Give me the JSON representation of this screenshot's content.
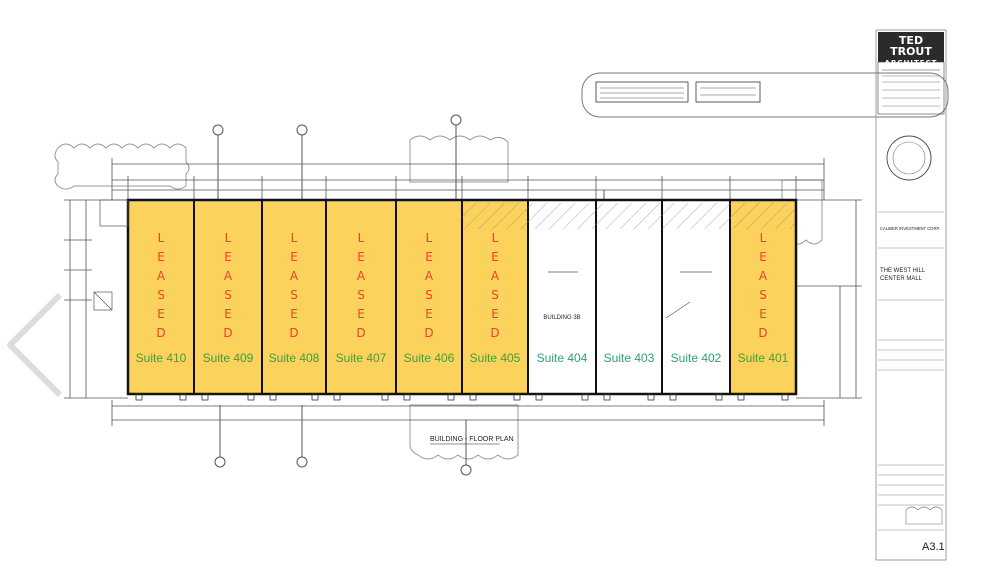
{
  "title_block": {
    "firm_line1": "TED TROUT",
    "firm_line2": "ARCHITECT",
    "project_name_line1": "THE WEST HILL",
    "project_name_line2": "CENTER MALL",
    "client": "CALIBER INVESTMENT CORP.",
    "sheet_number": "A3.1"
  },
  "building_label": "BUILDING - FLOOR PLAN",
  "building_center_label": "BUILDING 3B",
  "colors": {
    "leased_fill": "#fbd25c",
    "leased_text": "#e8452a",
    "suite_leased_text": "#3aa23a",
    "suite_available_text": "#27a377",
    "wall": "#111111",
    "dim_line": "#555555"
  },
  "suites": [
    {
      "label": "Suite 410",
      "status_text": "LEASED",
      "leased": true
    },
    {
      "label": "Suite 409",
      "status_text": "LEASED",
      "leased": true
    },
    {
      "label": "Suite 408",
      "status_text": "LEASED",
      "leased": true
    },
    {
      "label": "Suite 407",
      "status_text": "LEASED",
      "leased": true
    },
    {
      "label": "Suite 406",
      "status_text": "LEASED",
      "leased": true
    },
    {
      "label": "Suite 405",
      "status_text": "LEASED",
      "leased": true
    },
    {
      "label": "Suite 404",
      "status_text": "",
      "leased": false
    },
    {
      "label": "Suite 403",
      "status_text": "",
      "leased": false
    },
    {
      "label": "Suite 402",
      "status_text": "",
      "leased": false
    },
    {
      "label": "Suite 401",
      "status_text": "LEASED",
      "leased": true
    }
  ]
}
